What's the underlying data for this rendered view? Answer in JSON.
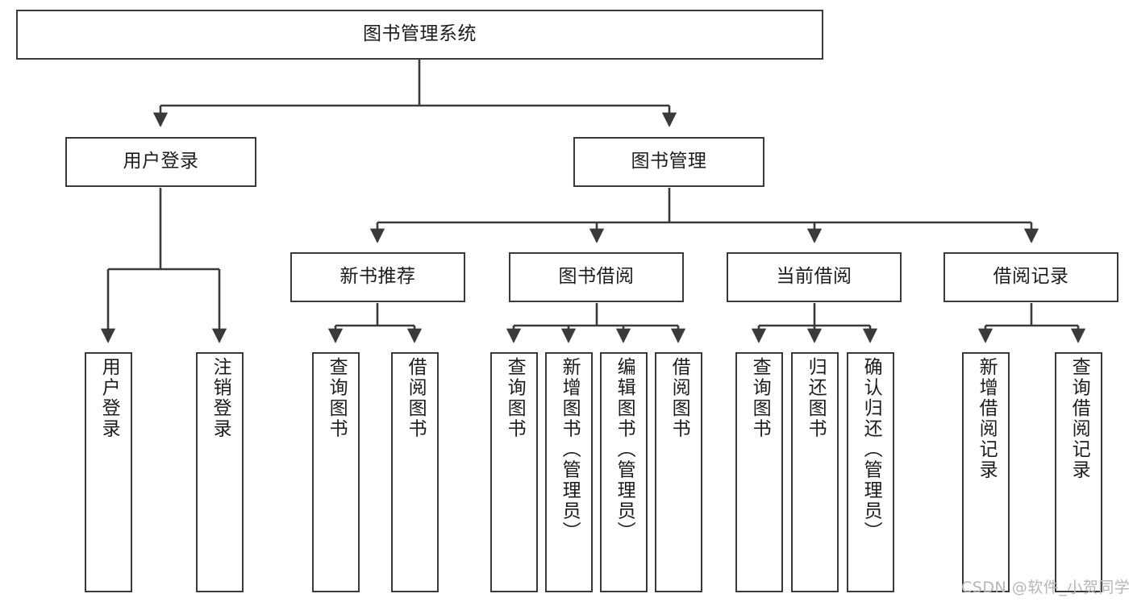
{
  "diagram": {
    "title": "图书管理系统",
    "root": {
      "label": "图书管理系统"
    },
    "level2": [
      {
        "label": "用户登录"
      },
      {
        "label": "图书管理"
      }
    ],
    "level3": [
      {
        "label": "新书推荐"
      },
      {
        "label": "图书借阅"
      },
      {
        "label": "当前借阅"
      },
      {
        "label": "借阅记录"
      }
    ],
    "leaves": {
      "user_login": [
        {
          "label": "用户登录"
        },
        {
          "label": "注销登录"
        }
      ],
      "new_book": [
        {
          "label": "查询图书"
        },
        {
          "label": "借阅图书"
        }
      ],
      "book_borrow": [
        {
          "label": "查询图书"
        },
        {
          "label": "新增图书（管理员）"
        },
        {
          "label": "编辑图书（管理员）"
        },
        {
          "label": "借阅图书"
        }
      ],
      "current_borrow": [
        {
          "label": "查询图书"
        },
        {
          "label": "归还图书"
        },
        {
          "label": "确认归还（管理员）"
        }
      ],
      "borrow_record": [
        {
          "label": "新增借阅记录"
        },
        {
          "label": "查询借阅记录"
        }
      ]
    }
  },
  "watermark": {
    "text": "CSDN @软件_小贺同学"
  },
  "colors": {
    "stroke": "#3a3a3a",
    "background": "#ffffff",
    "text": "#1c1c1c",
    "watermark": "#b6b6b6"
  }
}
